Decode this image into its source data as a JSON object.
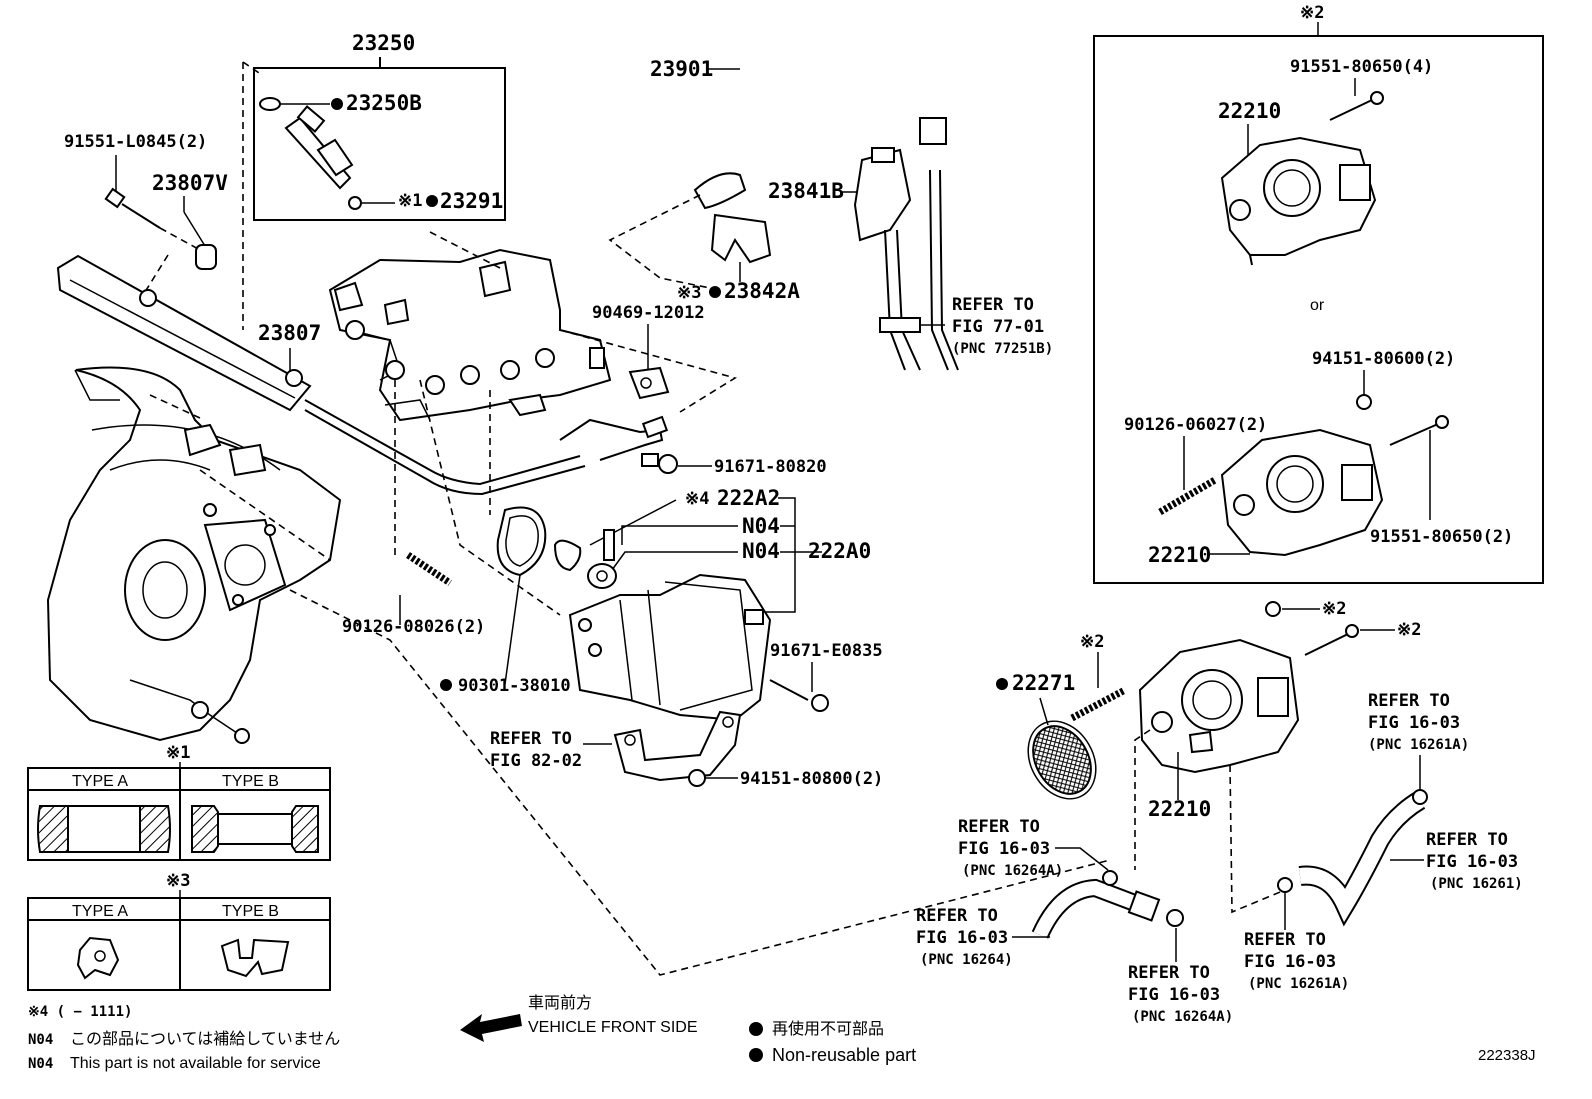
{
  "labels": {
    "p23250": "23250",
    "p23250B": "23250B",
    "p23291": "23291",
    "p91551_L0845": "91551-L0845(2)",
    "p23807V": "23807V",
    "p23807": "23807",
    "p23901": "23901",
    "p23841B": "23841B",
    "p23842A": "23842A",
    "p90469": "90469-12012",
    "p91671_80820": "91671-80820",
    "p222A2": "222A2",
    "pN04a": "N04",
    "pN04b": "N04",
    "p222A0": "222A0",
    "p90126_08026": "90126-08026(2)",
    "p90301": "90301-38010",
    "p91671_E0835": "91671-E0835",
    "p94151_80800": "94151-80800(2)",
    "p22271": "22271",
    "p22210_main": "22210",
    "p22210_box_top": "22210",
    "p22210_box_bot": "22210",
    "p91551_80650_4": "91551-80650(4)",
    "p94151_80600": "94151-80600(2)",
    "p90126_06027": "90126-06027(2)",
    "p91551_80650_2": "91551-80650(2)",
    "or": "or",
    "diagram_id": "222338J"
  },
  "markers": {
    "m1": "※1",
    "m2": "※2",
    "m3": "※3",
    "m4": "※4"
  },
  "refs": {
    "r77_title": "REFER TO",
    "r77_fig": "FIG 77-01",
    "r77_pnc": "(PNC 77251B)",
    "r82_title": "REFER TO",
    "r82_fig": "FIG 82-02",
    "r16261A_title": "REFER TO",
    "r16261A_fig": "FIG 16-03",
    "r16261A_pnc": "(PNC 16261A)",
    "r16261_title": "REFER TO",
    "r16261_fig": "FIG 16-03",
    "r16261_pnc": "(PNC 16261)",
    "r16264A_title": "REFER TO",
    "r16264A_fig": "FIG 16-03",
    "r16264A_pnc": "(PNC 16264A)",
    "r16264_title": "REFER TO",
    "r16264_fig": "FIG 16-03",
    "r16264_pnc": "(PNC 16264)",
    "r16261A2_title": "REFER TO",
    "r16261A2_fig": "FIG 16-03",
    "r16261A2_pnc": "(PNC 16261A)",
    "r16264A2_title": "REFER TO",
    "r16264A2_fig": "FIG 16-03",
    "r16264A2_pnc": "(PNC 16264A)"
  },
  "tables": {
    "t1_type_a": "TYPE A",
    "t1_type_b": "TYPE B",
    "t3_type_a": "TYPE A",
    "t3_type_b": "TYPE B"
  },
  "legend": {
    "m4_range": "※4 (      − 1111)",
    "n04_jp_code": "N04",
    "n04_jp": "この部品については補給していません",
    "n04_en_code": "N04",
    "n04_en": "This part is not available for service",
    "front_jp": "車両前方",
    "front_en": "VEHICLE FRONT SIDE",
    "nonreuse_jp": "再使用不可部品",
    "nonreuse_en": "Non-reusable part"
  }
}
